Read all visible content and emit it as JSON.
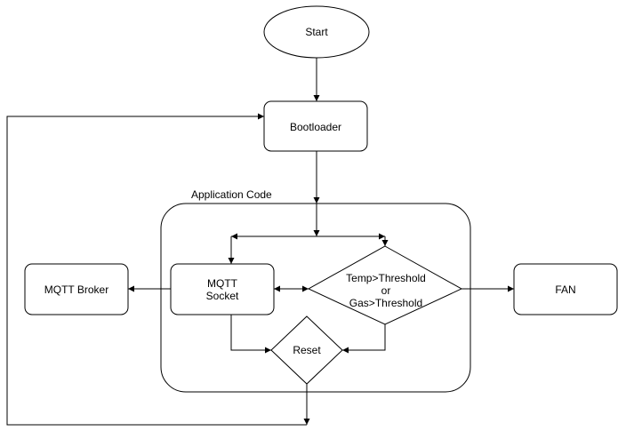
{
  "nodes": {
    "start": "Start",
    "bootloader": "Bootloader",
    "group_label": "Application Code",
    "mqtt_broker": "MQTT Broker",
    "mqtt_socket_line1": "MQTT",
    "mqtt_socket_line2": "Socket",
    "decision_line1": "Temp>Threshold",
    "decision_line2": "or",
    "decision_line3": "Gas>Threshold",
    "fan": "FAN",
    "reset": "Reset"
  },
  "colors": {
    "stroke": "#000000",
    "fill": "#ffffff"
  }
}
